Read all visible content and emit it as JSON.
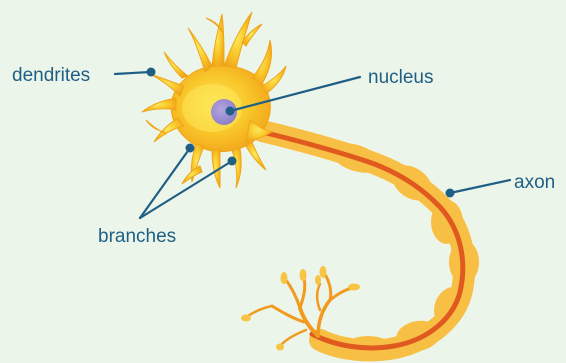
{
  "labels": {
    "dendrites": "dendrites",
    "nucleus": "nucleus",
    "axon": "axon",
    "branches": "branches"
  },
  "colors": {
    "background": "#ecf5e9",
    "cell_body": "#f6b51c",
    "cell_body_light": "#fbe14a",
    "nucleus": "#9b8fd0",
    "myelin": "#f8bf45",
    "axon_core": "#e05a1f",
    "terminals": "#f29a1f",
    "label_text": "#1f5f86"
  }
}
